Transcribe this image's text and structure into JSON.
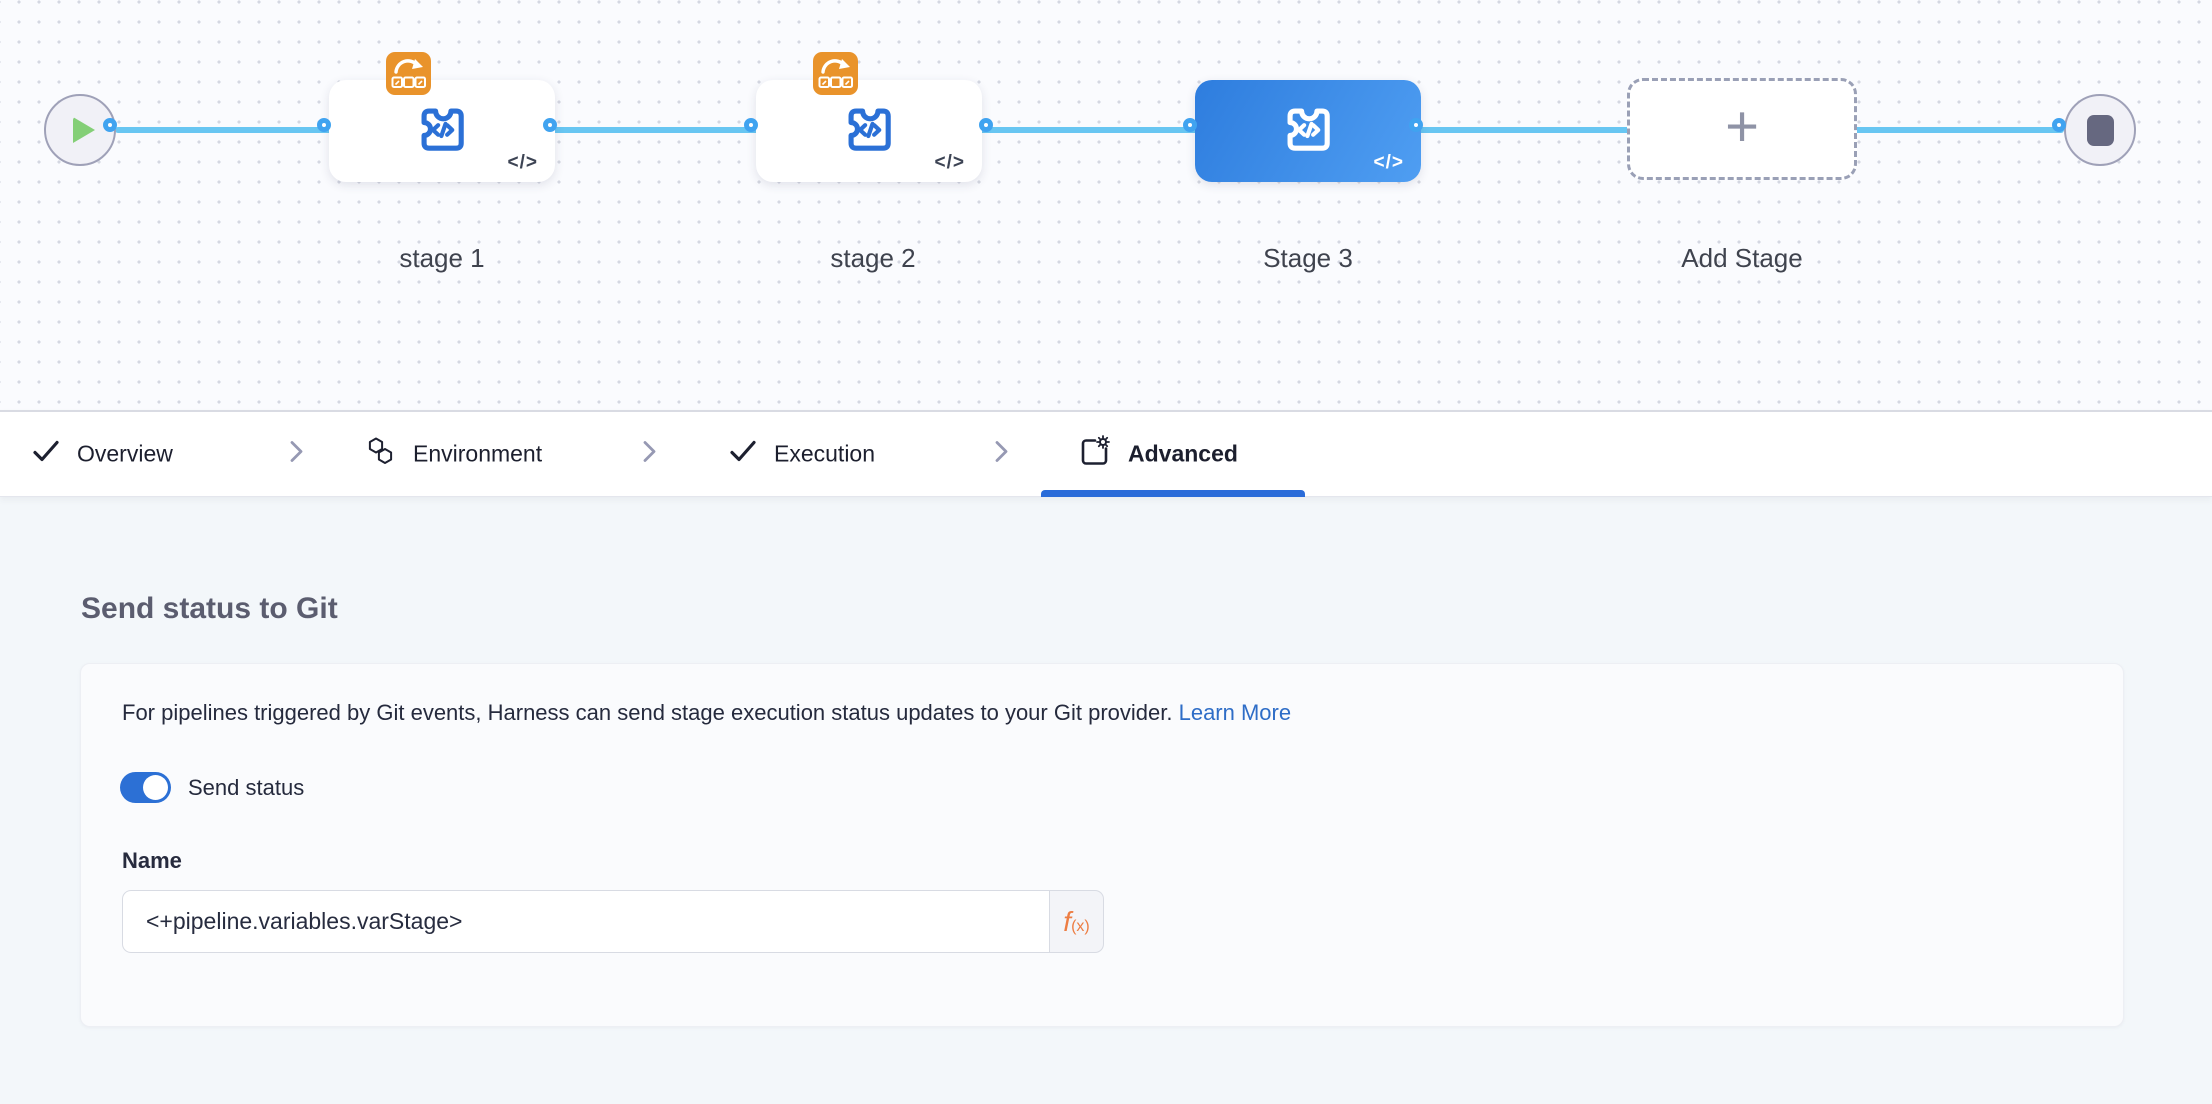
{
  "canvas": {
    "stages": [
      {
        "label": "stage 1"
      },
      {
        "label": "stage 2"
      },
      {
        "label": "Stage 3"
      },
      {
        "label": "Add Stage"
      }
    ],
    "add_stage_plus": "+",
    "code_badge": "</>"
  },
  "tabs": {
    "items": [
      {
        "label": "Overview"
      },
      {
        "label": "Environment"
      },
      {
        "label": "Execution"
      },
      {
        "label": "Advanced"
      }
    ],
    "active": "Advanced"
  },
  "panel": {
    "heading": "Send status to Git",
    "description": "For pipelines triggered by Git events, Harness can send stage execution status updates to your Git provider.",
    "learn_more_label": "Learn More",
    "toggle_label": "Send status",
    "toggle_state": "on",
    "name_label": "Name",
    "name_value": "<+pipeline.variables.varStage>",
    "fx_f": "f",
    "fx_sub": "(x)"
  },
  "colors": {
    "accent_blue": "#2a6cd9",
    "link_blue": "#2e6dc7",
    "connector_blue": "#68c6f2",
    "port_ring_blue": "#40a3f0",
    "selected_stage_gradient": "#2e7dde → #4f9ef2",
    "stage_icon_blue": "#2b70d6",
    "looping_badge_orange": "#e9932b",
    "expression_orange": "#ed7d43",
    "toggle_blue": "#2c70d5",
    "play_green": "#84cf77"
  }
}
